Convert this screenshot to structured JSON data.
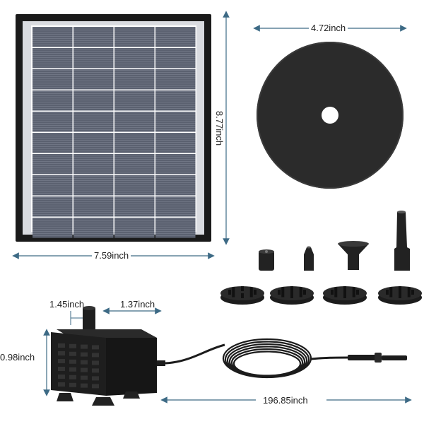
{
  "dimensions": {
    "panel_height": "8.77inch",
    "panel_width": "7.59inch",
    "disc_diameter": "4.72inch",
    "pump_outlet": "1.45inch",
    "pump_top_width": "1.37inch",
    "pump_height": "0.98inch",
    "cable_length": "196.85inch"
  },
  "colors": {
    "panel_frame": "#1a1a1a",
    "panel_cell": "#5b6170",
    "panel_border": "#d9dbe0",
    "disc": "#2b2b2b",
    "accessory": "#222222",
    "dimension_line": "#3d6a85",
    "pump_body": "#1e1e1e"
  },
  "icons": {
    "panel": "solar-panel-icon",
    "disc": "floating-disc-icon",
    "pump": "water-pump-icon",
    "nozzle": "nozzle-icon"
  }
}
